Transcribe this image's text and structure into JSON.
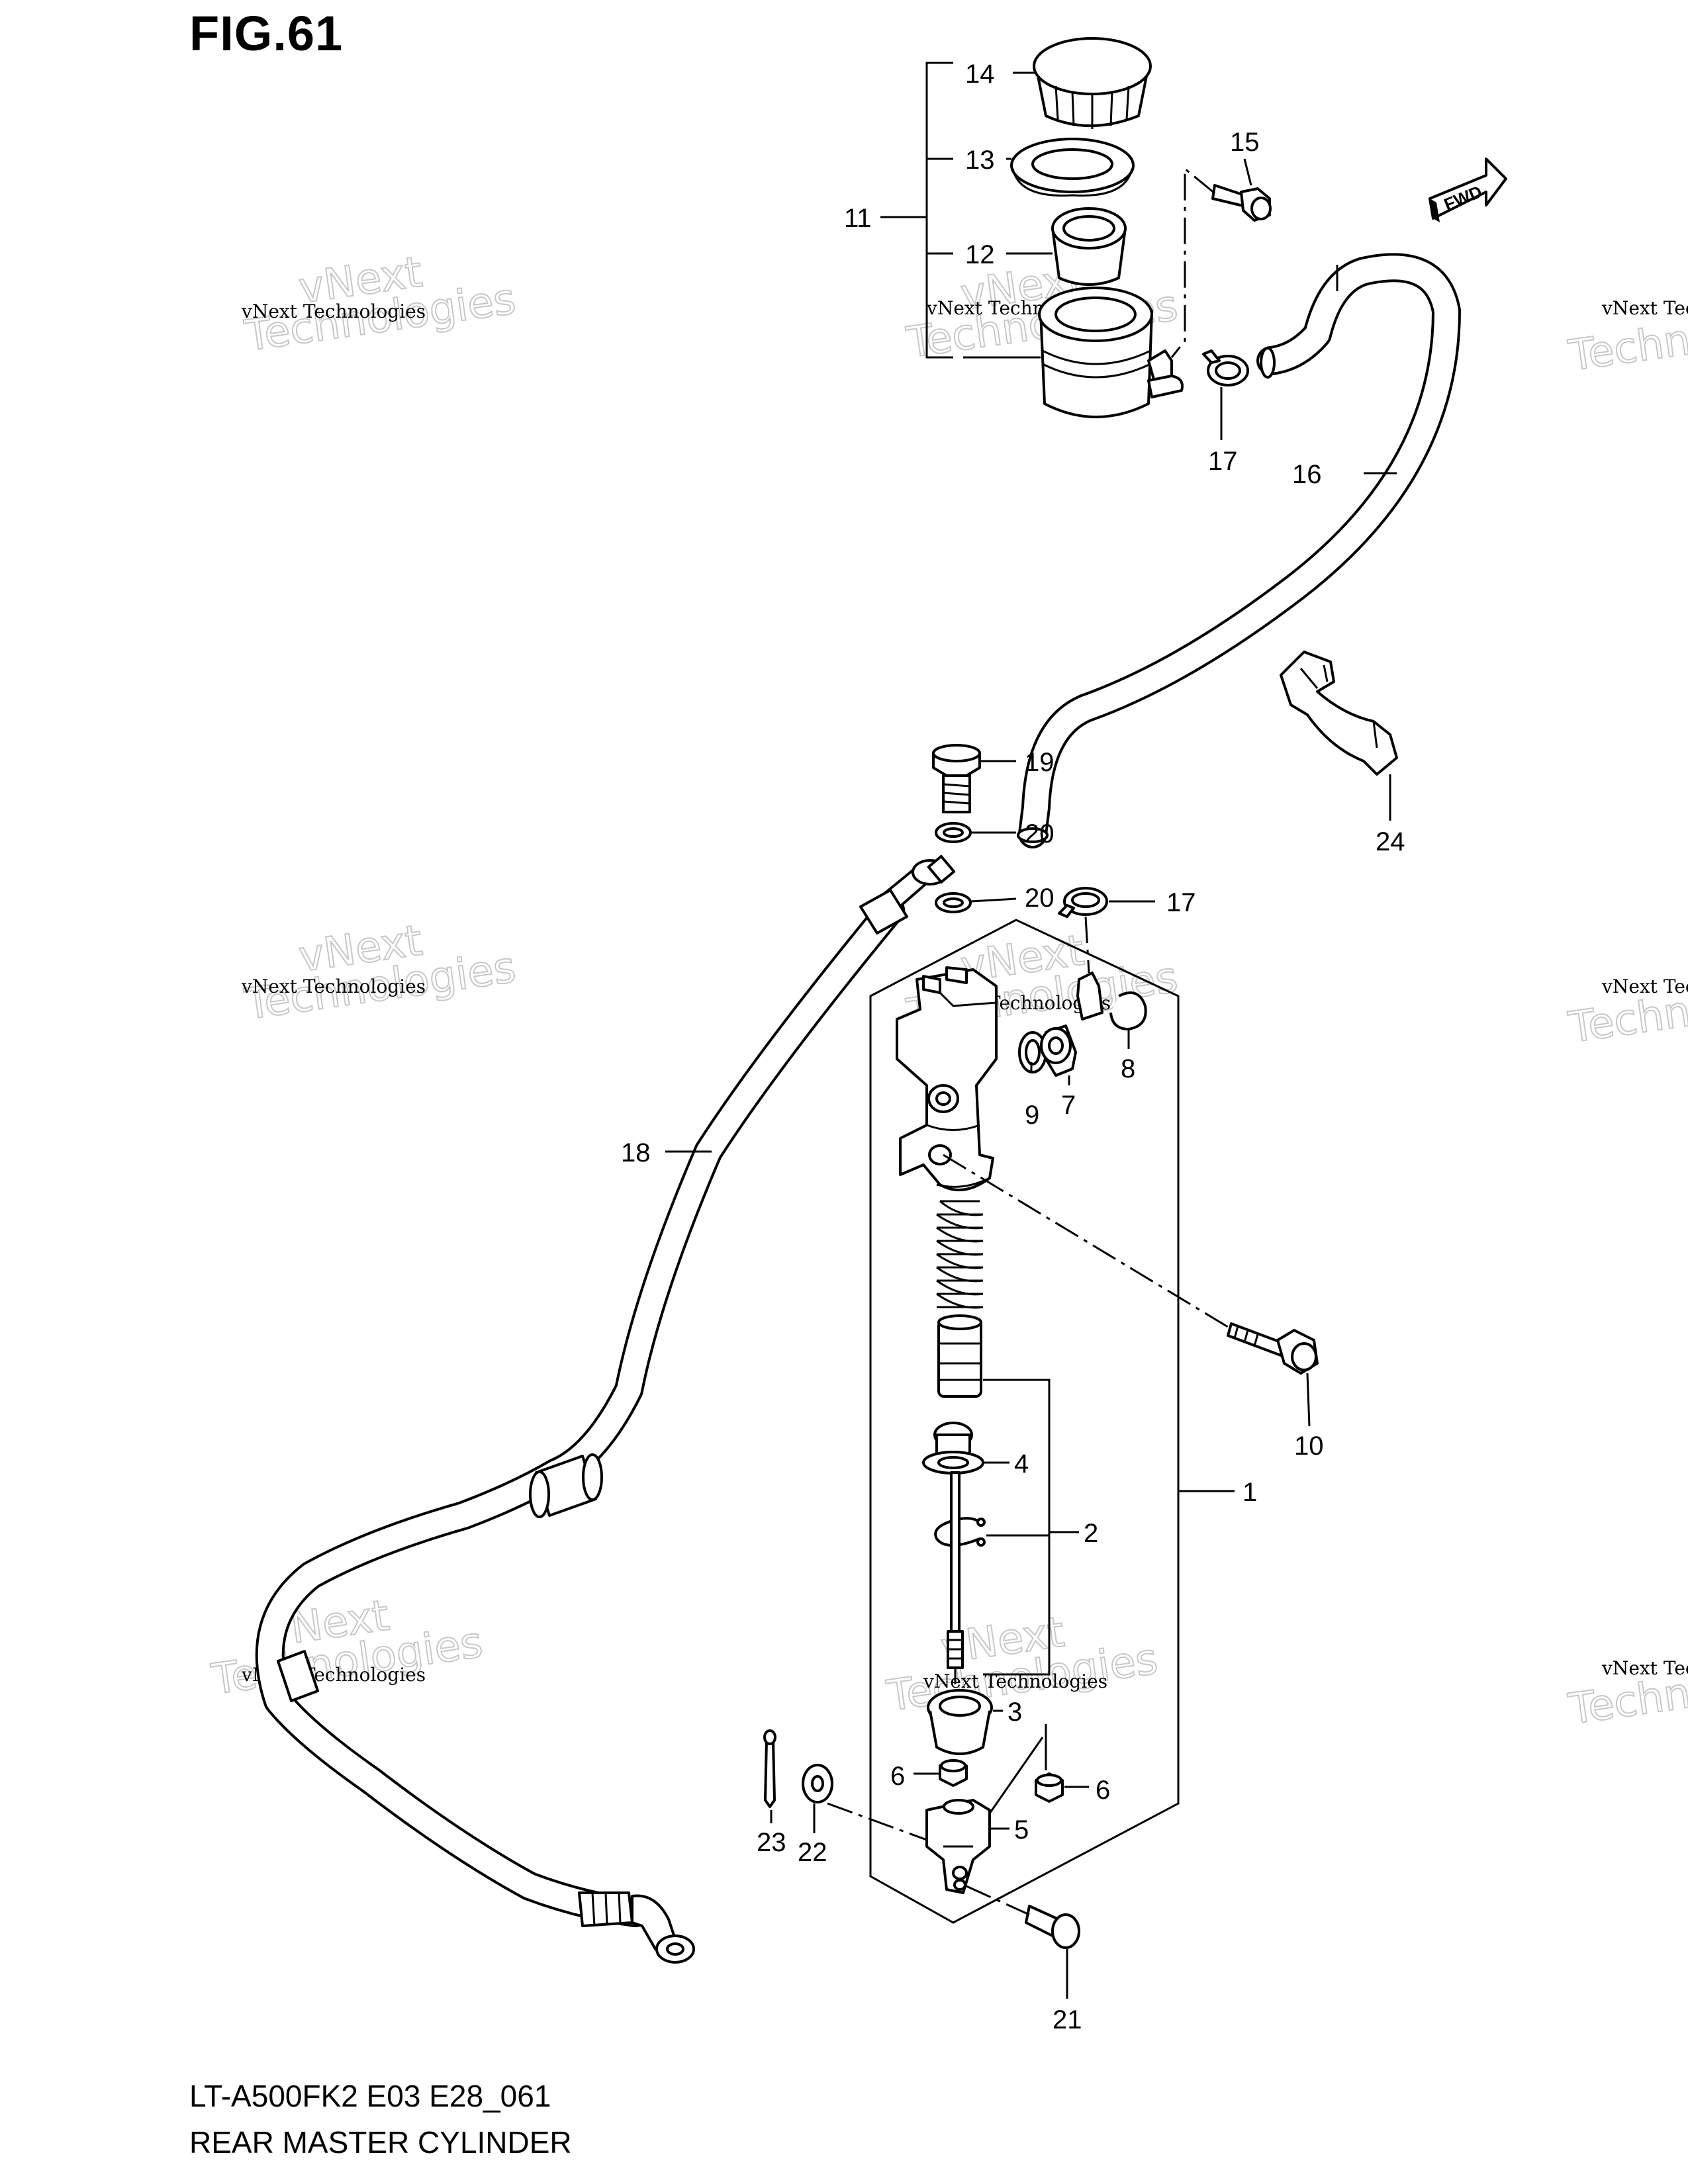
{
  "figure": {
    "title": "FIG.61",
    "model_code": "LT-A500FK2 E03 E28_061",
    "section_name": "REAR MASTER CYLINDER",
    "fwd_label": "FWD"
  },
  "watermark": {
    "line1": "vNext Technologies",
    "line2": "vNext",
    "line3": "Technologies"
  },
  "callouts": {
    "c1": "1",
    "c2": "2",
    "c3": "3",
    "c4": "4",
    "c5": "5",
    "c6a": "6",
    "c6b": "6",
    "c7": "7",
    "c8": "8",
    "c9": "9",
    "c10": "10",
    "c11": "11",
    "c12": "12",
    "c13": "13",
    "c14": "14",
    "c15": "15",
    "c16": "16",
    "c17a": "17",
    "c17b": "17",
    "c18": "18",
    "c19": "19",
    "c20a": "20",
    "c20b": "20",
    "c21": "21",
    "c22": "22",
    "c23": "23",
    "c24": "24"
  }
}
